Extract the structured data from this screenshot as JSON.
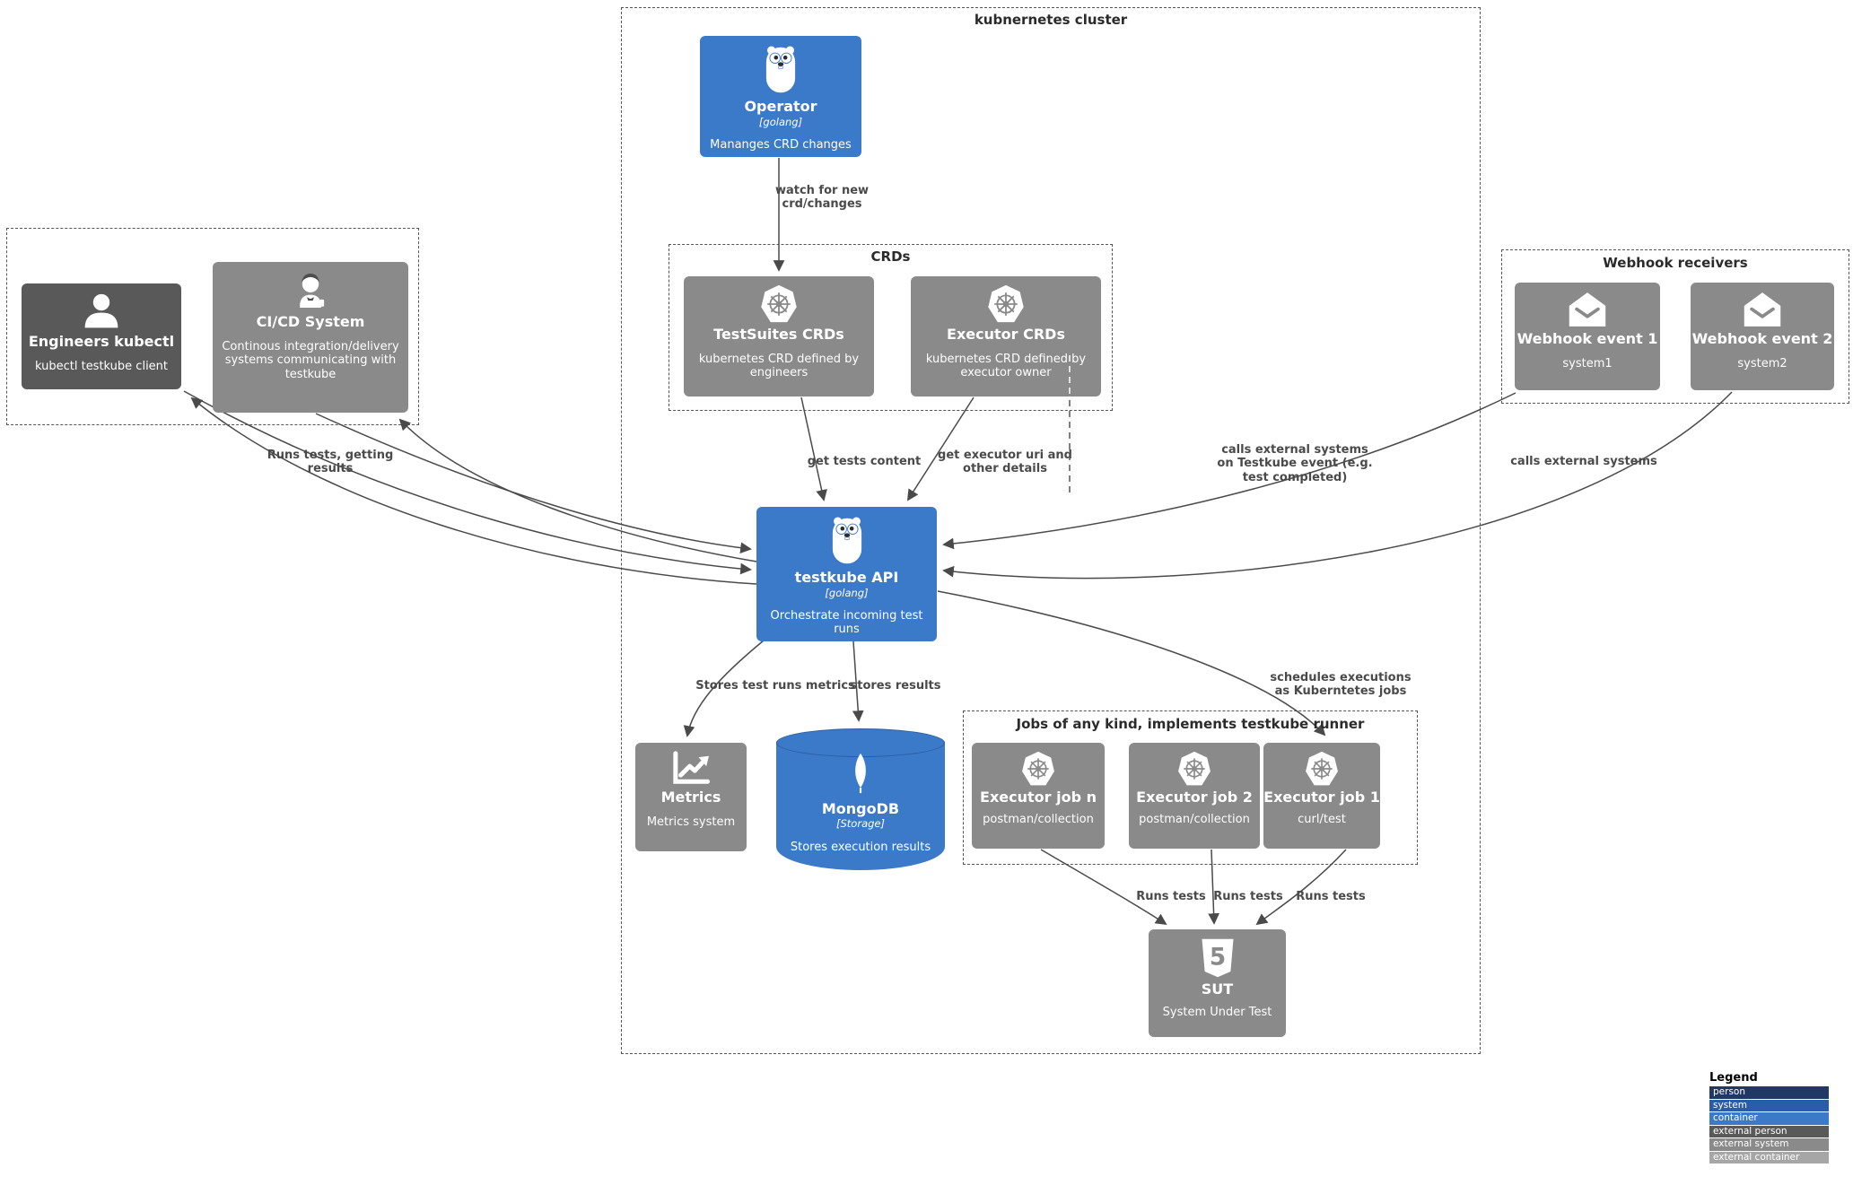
{
  "colors": {
    "container_blue": "#3b79c9",
    "external_system": "#8a8a8a",
    "external_person": "#595959",
    "person": "#1f3864",
    "system": "#2a5da9",
    "external_container": "#a6a6a6",
    "edge": "#4a4a4a"
  },
  "clusters": {
    "kubernetes": {
      "label": "kubnernetes cluster"
    },
    "crds": {
      "label": "CRDs"
    },
    "webhooks": {
      "label": "Webhook receivers"
    },
    "jobs": {
      "label": "Jobs of any kind, implements testkube runner"
    }
  },
  "nodes": {
    "operator": {
      "title": "Operator",
      "tech": "[golang]",
      "body": "Mananges CRD changes"
    },
    "engineers": {
      "title": "Engineers kubectl",
      "body": "kubectl testkube client"
    },
    "cicd": {
      "title": "CI/CD System",
      "body": "Continous integration/delivery systems communicating with testkube"
    },
    "testsuites_crds": {
      "title": "TestSuites CRDs",
      "body": "kubernetes CRD defined by engineers"
    },
    "executor_crds": {
      "title": "Executor CRDs",
      "body": "kubernetes CRD defined by executor owner"
    },
    "webhook1": {
      "title": "Webhook event 1",
      "body": "system1"
    },
    "webhook2": {
      "title": "Webhook event 2",
      "body": "system2"
    },
    "api": {
      "title": "testkube API",
      "tech": "[golang]",
      "body": "Orchestrate incoming test runs"
    },
    "metrics": {
      "title": "Metrics",
      "body": "Metrics system"
    },
    "mongodb": {
      "title": "MongoDB",
      "tech": "[Storage]",
      "body": "Stores execution results"
    },
    "job_n": {
      "title": "Executor job n",
      "body": "postman/collection"
    },
    "job_2": {
      "title": "Executor job 2",
      "body": "postman/collection"
    },
    "job_1": {
      "title": "Executor job 1",
      "body": "curl/test"
    },
    "sut": {
      "title": "SUT",
      "body": "System Under Test"
    }
  },
  "edges": {
    "watch": {
      "label": "watch for new crd/changes"
    },
    "get_tests": {
      "label": "get tests content"
    },
    "get_executor": {
      "label": "get executor uri and other details"
    },
    "runs_results": {
      "label": "Runs tests, getting results"
    },
    "calls_event": {
      "label": "calls external systems on Testkube event (e.g. test completed)"
    },
    "calls_external": {
      "label": "calls external systems"
    },
    "stores_metrics": {
      "label": "Stores test runs metrics"
    },
    "stores_results": {
      "label": "stores results"
    },
    "schedules": {
      "label": "schedules executions as Kuberntetes jobs"
    },
    "runs_tests_n": {
      "label": "Runs tests"
    },
    "runs_tests_2": {
      "label": "Runs tests"
    },
    "runs_tests_1": {
      "label": "Runs tests"
    }
  },
  "legend": {
    "title": "Legend",
    "items": [
      {
        "label": "person",
        "color": "#1f3864"
      },
      {
        "label": "system",
        "color": "#2a5da9"
      },
      {
        "label": "container",
        "color": "#3b79c9"
      },
      {
        "label": "external person",
        "color": "#595959"
      },
      {
        "label": "external system",
        "color": "#8a8a8a"
      },
      {
        "label": "external container",
        "color": "#a6a6a6"
      }
    ]
  }
}
